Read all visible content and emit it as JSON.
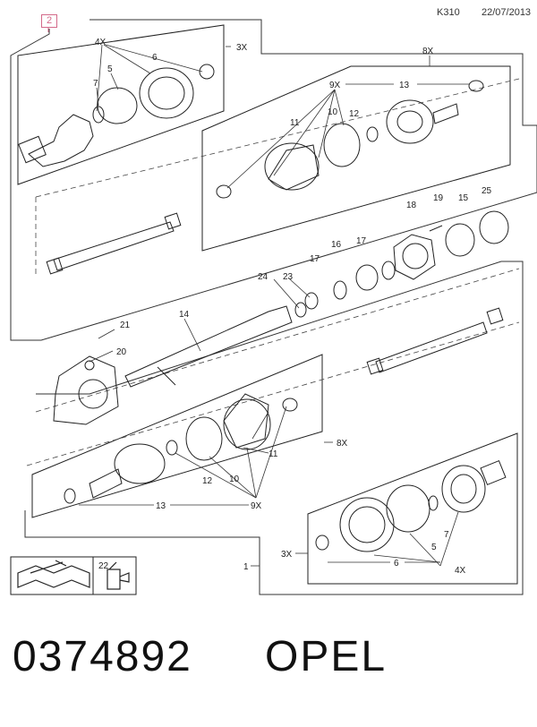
{
  "header": {
    "code": "K310",
    "date": "22/07/2013",
    "group_badge": "2"
  },
  "labels": {
    "l4x_top": "4X",
    "l6_top": "6",
    "l3x_top": "3X",
    "l5_top": "5",
    "l7_top": "7",
    "l8x_top": "8X",
    "l9x_top": "9X",
    "l13_top": "13",
    "l11_top": "11",
    "l10_top": "10",
    "l12_top": "12",
    "l19": "19",
    "l18": "18",
    "l15": "15",
    "l25": "25",
    "l16": "16",
    "l17a": "17",
    "l17b": "17",
    "l24": "24",
    "l23": "23",
    "l14": "14",
    "l21": "21",
    "l20": "20",
    "l8x_bot": "8X",
    "l11_bot": "11",
    "l10_bot": "10",
    "l12_bot": "12",
    "l9x_bot": "9X",
    "l13_bot": "13",
    "l7_bot": "7",
    "l5_bot": "5",
    "l3x_bot": "3X",
    "l6_bot": "6",
    "l4x_bot": "4X",
    "l1": "1",
    "l22": "22"
  },
  "footer": {
    "part_number": "0374892",
    "brand": "OPEL"
  }
}
